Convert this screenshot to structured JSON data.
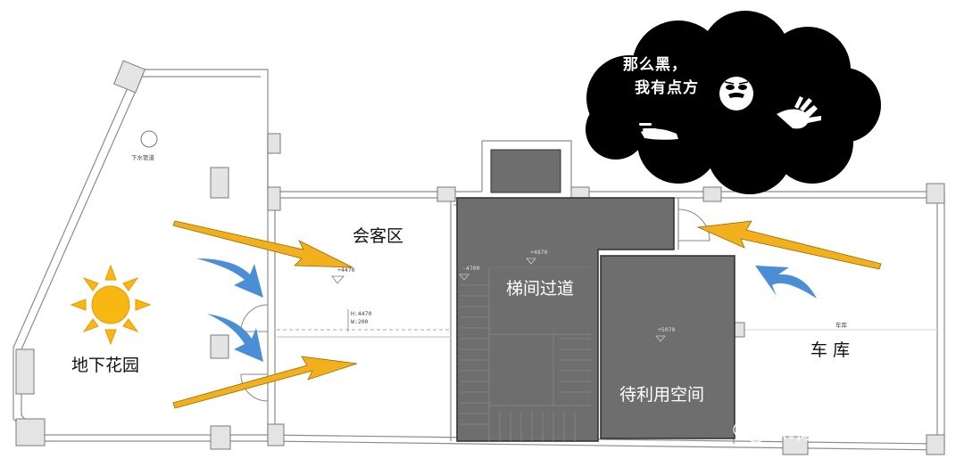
{
  "rooms": {
    "garden": "地下花园",
    "reception": "会客区",
    "stair_passage": "梯间过道",
    "to_use_space": "待利用空间",
    "garage": "车 库",
    "garage_small": "车库"
  },
  "annotations": {
    "drain_pipe": "下水管道",
    "h_value": "H:4470",
    "w_value": "W:200",
    "elev_stair_left": "-4700",
    "elev_stair_passage": "+4870",
    "elev_to_use": "+5070",
    "elev_reception": "+4470"
  },
  "speech_bubble": {
    "line1": "那么黑，",
    "line2": "我有点方"
  },
  "watermark": "陈v向联合设计",
  "colors": {
    "dark_room": "#6e6e6e",
    "sun": "#f7b814",
    "yellow_arrow": "#f2b01c",
    "blue_arrow": "#4a8fd6",
    "bubble": "#000000",
    "wall": "#9a9a9a"
  }
}
